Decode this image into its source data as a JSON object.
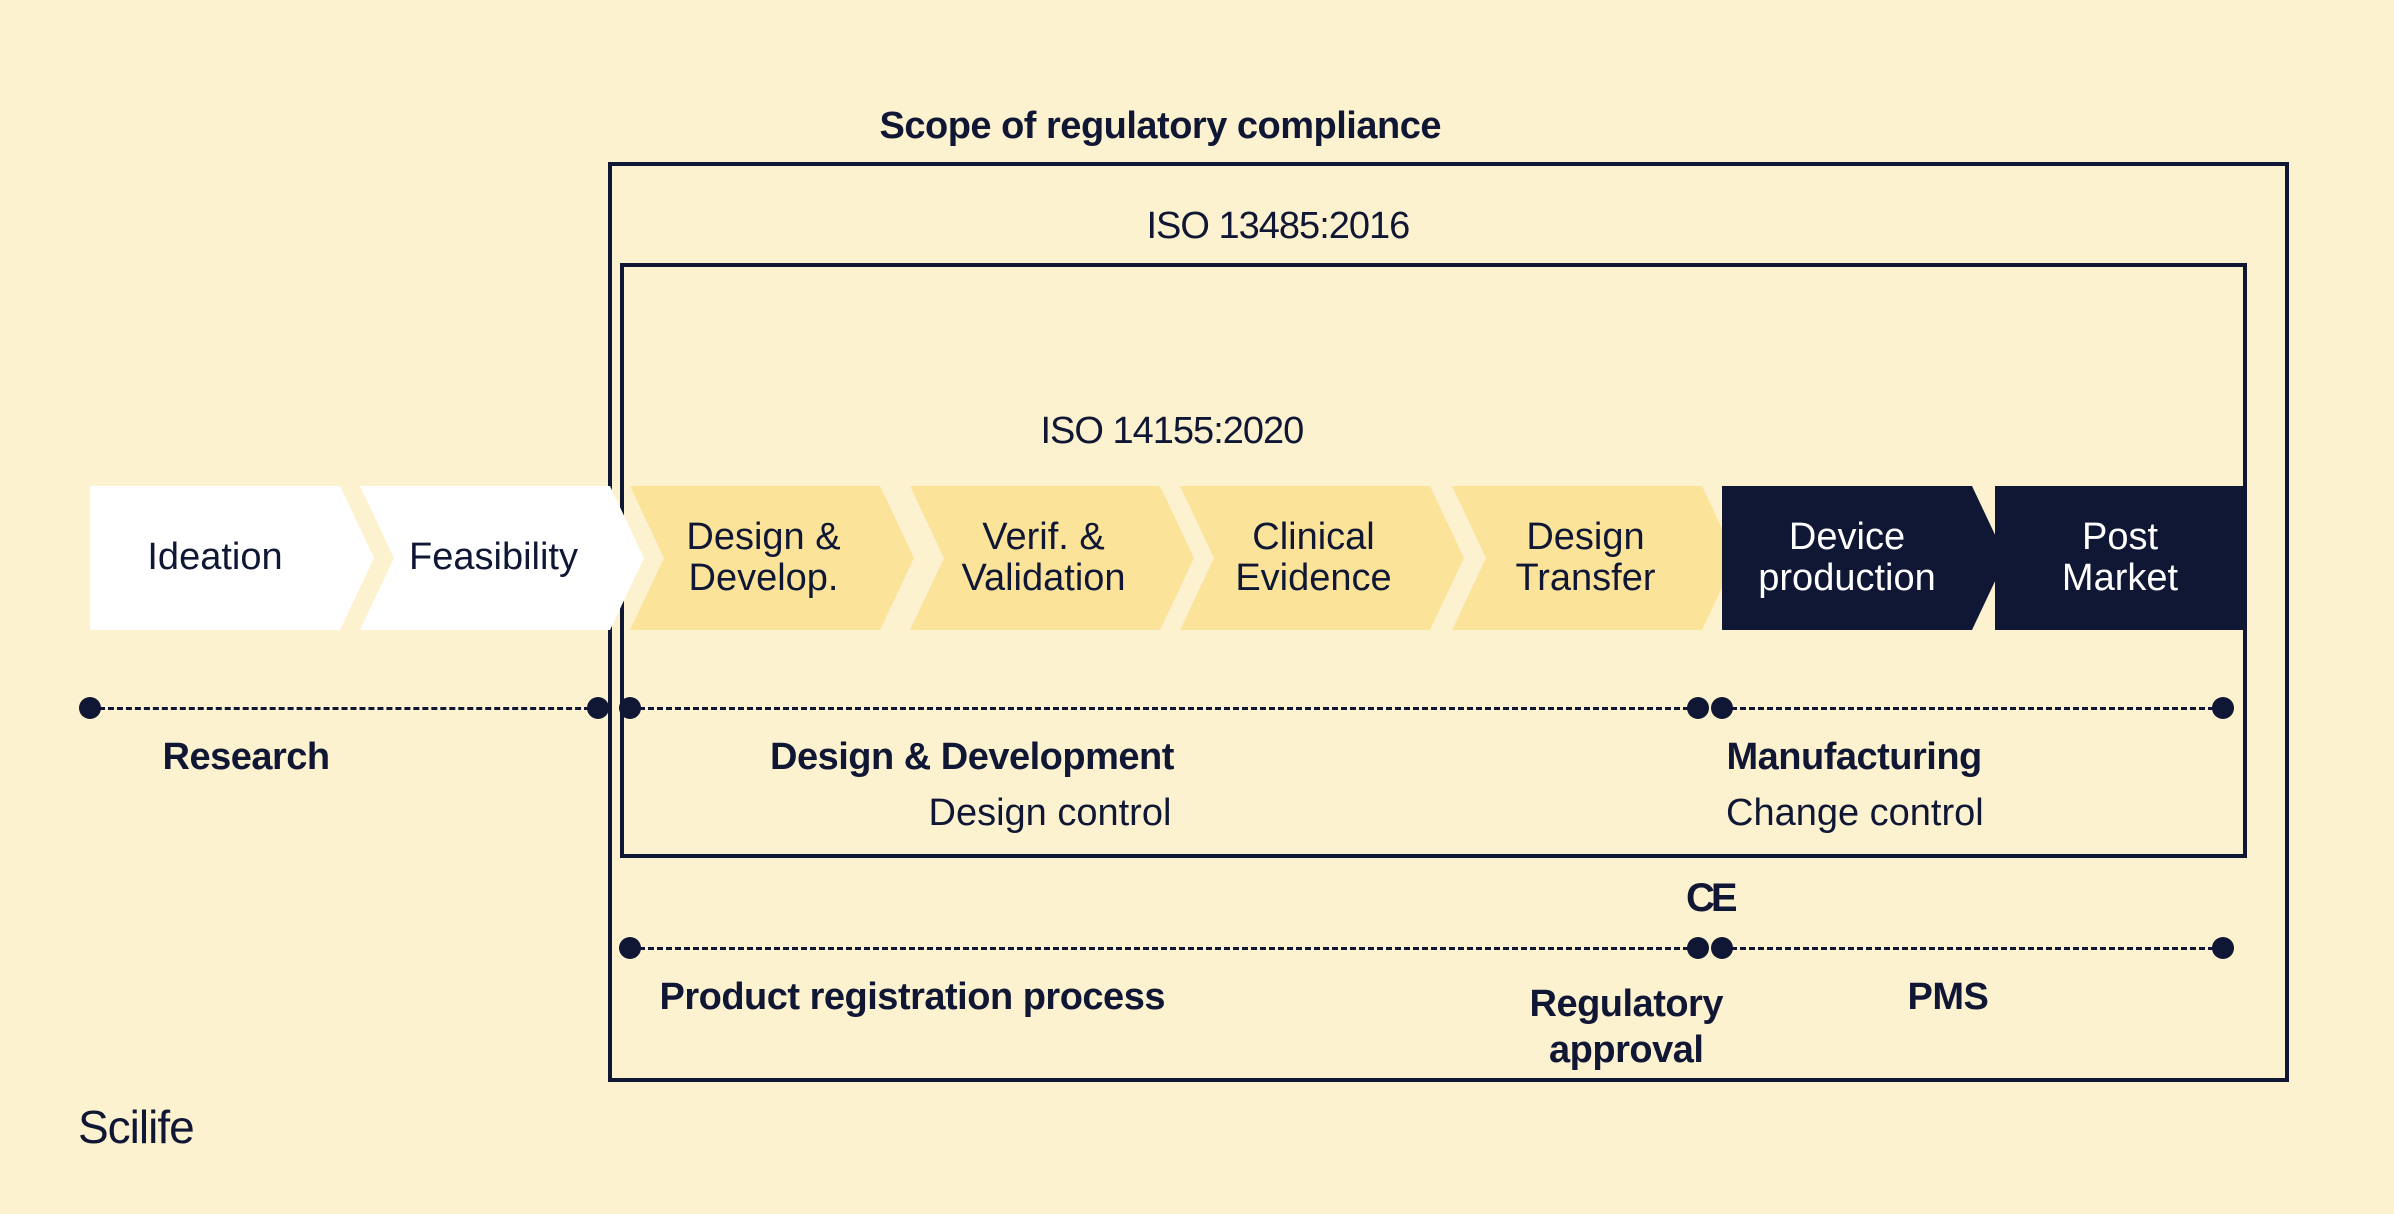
{
  "scope_title": "Scope of regulatory compliance",
  "iso_13485": "ISO 13485:2016",
  "iso_14155": "ISO 14155:2020",
  "steps": [
    {
      "label": "Ideation",
      "style": "white"
    },
    {
      "label": "Feasibility",
      "style": "white"
    },
    {
      "label": "Design &\nDevelop.",
      "style": "yellow"
    },
    {
      "label": "Verif. &\nValidation",
      "style": "yellow"
    },
    {
      "label": "Clinical\nEvidence",
      "style": "yellow"
    },
    {
      "label": "Design\nTransfer",
      "style": "yellow"
    },
    {
      "label": "Device\nproduction",
      "style": "navy"
    },
    {
      "label": "Post\nMarket",
      "style": "navy"
    }
  ],
  "phases": {
    "research": "Research",
    "design_development": "Design & Development",
    "design_control": "Design control",
    "manufacturing": "Manufacturing",
    "change_control": "Change control"
  },
  "registration": {
    "process": "Product registration process",
    "regulatory_approval": "Regulatory\napproval",
    "pms": "PMS",
    "ce_mark": "CE"
  },
  "brand": "Scilife",
  "colors": {
    "background": "#fdf2d0",
    "navy": "#101735",
    "yellow": "#fbe39a",
    "white": "#ffffff"
  }
}
